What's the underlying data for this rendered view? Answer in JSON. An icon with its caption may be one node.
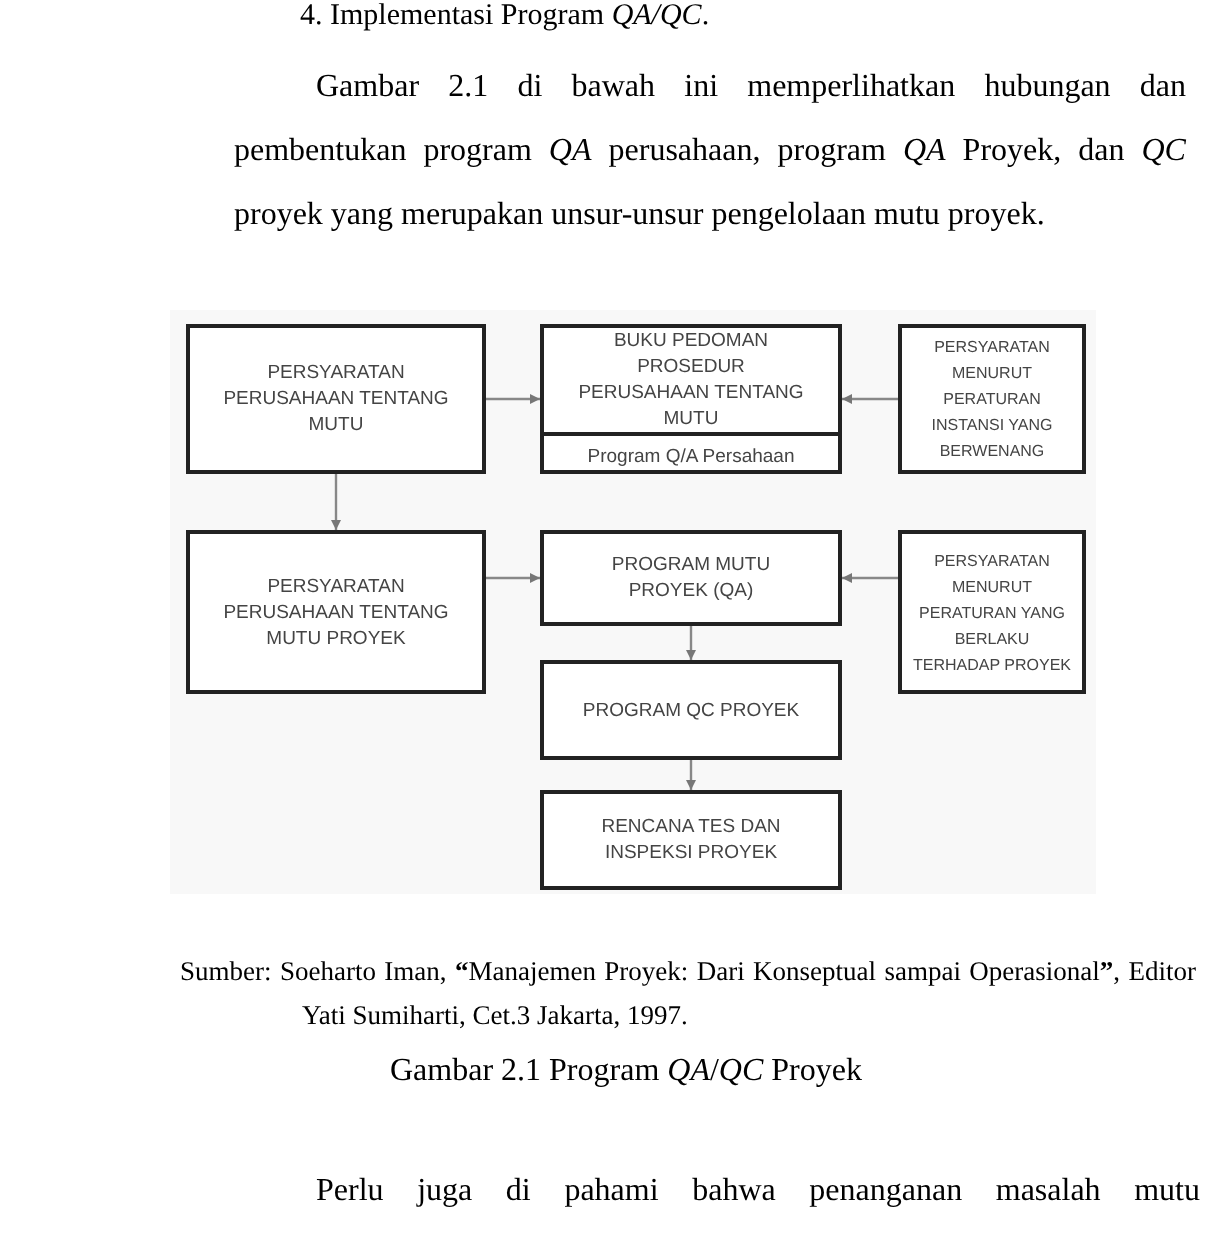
{
  "diagram": {
    "caption": "Gambar 2.1 Program *QA*/*QC* Proyek",
    "nodes": [
      {
        "text": [
          "PERSYARATAN PERUSAHAAN TENTANG MUTU"
        ]
      },
      {
        "text": [
          "BUKU PEDOMAN PROSEDUR PERUSAHAAN TENTANG MUTU",
          "Program Q/A Persahaan"
        ]
      },
      {
        "text": [
          "PERSYARATAN MENURUT PERATURAN INSTANSI YANG BERWENANG"
        ]
      },
      {
        "text": [
          "PERSYARATAN PERUSAHAAN TENTANG MUTU PROYEK"
        ]
      },
      {
        "text": [
          "PROGRAM MUTU PROYEK (QA)"
        ]
      },
      {
        "text": [
          "PERSYARATAN MENURUT PERATURAN YANG BERLAKU TERHADAP PROYEK"
        ]
      },
      {
        "text": [
          "PROGRAM QC PROYEK"
        ]
      },
      {
        "text": [
          "RENCANA TES DAN INSPEKSI PROYEK"
        ]
      }
    ],
    "edges": [
      {
        "from": 0,
        "to": 1,
        "arrow": "to"
      },
      {
        "from": 2,
        "to": 1,
        "arrow": "to"
      },
      {
        "from": 0,
        "to": 3,
        "arrow": "to"
      },
      {
        "from": 3,
        "to": 4,
        "arrow": "to"
      },
      {
        "from": 5,
        "to": 4,
        "arrow": "to"
      },
      {
        "from": 4,
        "to": 6,
        "arrow": "to"
      },
      {
        "from": 6,
        "to": 7,
        "arrow": "to"
      }
    ],
    "labels": [
      "4. Implementasi Program *QA/QC*.",
      "Gambar 2.1 di bawah ini memperlihatkan hubungan dan pembentukan program *QA* perusahaan, program *QA* Proyek, dan *QC* proyek yang merupakan unsur-unsur pengelolaan mutu proyek.",
      "Sumber: Soeharto Iman, **“**Manajemen Proyek: Dari Konseptual sampai Operasional**”**, Editor Yati Sumiharti, Cet.3 Jakarta, 1997.",
      "Perlu juga di pahami bahwa penanganan masalah mutu"
    ]
  }
}
